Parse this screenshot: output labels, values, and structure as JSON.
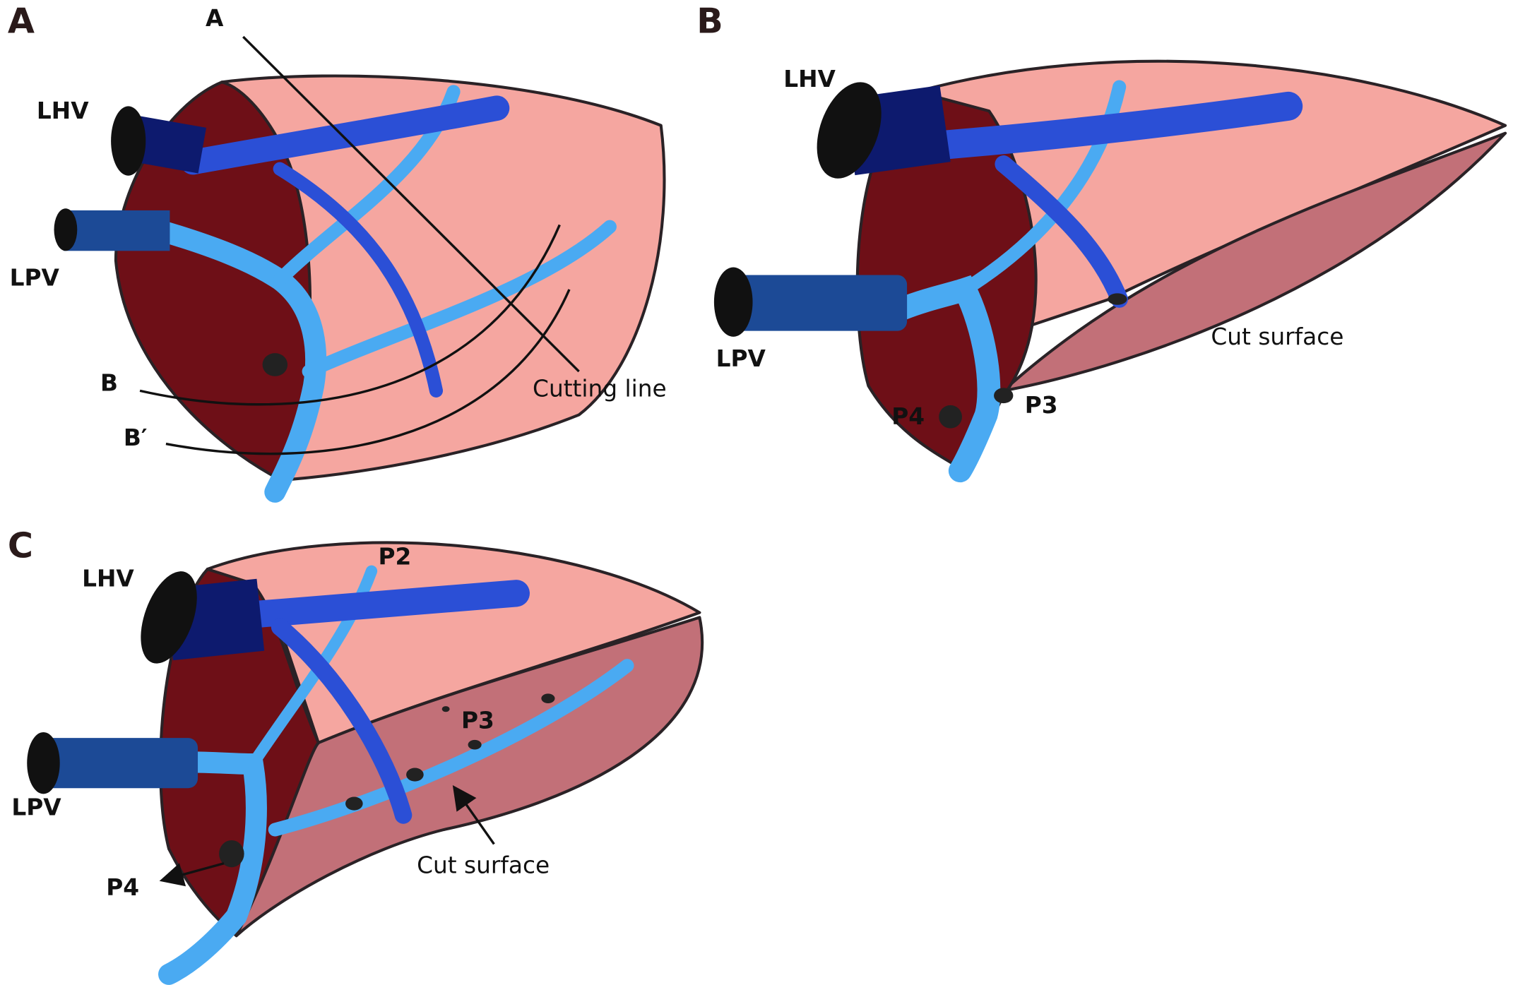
{
  "colors": {
    "liver_surface": "#f5a6a0",
    "liver_dark": "#6e0f17",
    "cut_surface": "#c27078",
    "hepatic_vein": "#2b4fd6",
    "hepatic_vein_dark": "#0d1a6e",
    "portal_vein": "#4aaaf2",
    "portal_trunk": "#1c4a96"
  },
  "panel_a": {
    "letter": "A",
    "cut_label_a": "A",
    "lhv": "LHV",
    "lpv": "LPV",
    "line_b": "B",
    "line_b_prime": "B′",
    "cutting_line": "Cutting line"
  },
  "panel_b": {
    "letter": "B",
    "lhv": "LHV",
    "lpv": "LPV",
    "cut_surface": "Cut surface",
    "p4": "P4",
    "p3": "P3"
  },
  "panel_c": {
    "letter": "C",
    "lhv": "LHV",
    "lpv": "LPV",
    "p2": "P2",
    "p3": "P3",
    "p4": "P4",
    "cut_surface": "Cut surface"
  }
}
